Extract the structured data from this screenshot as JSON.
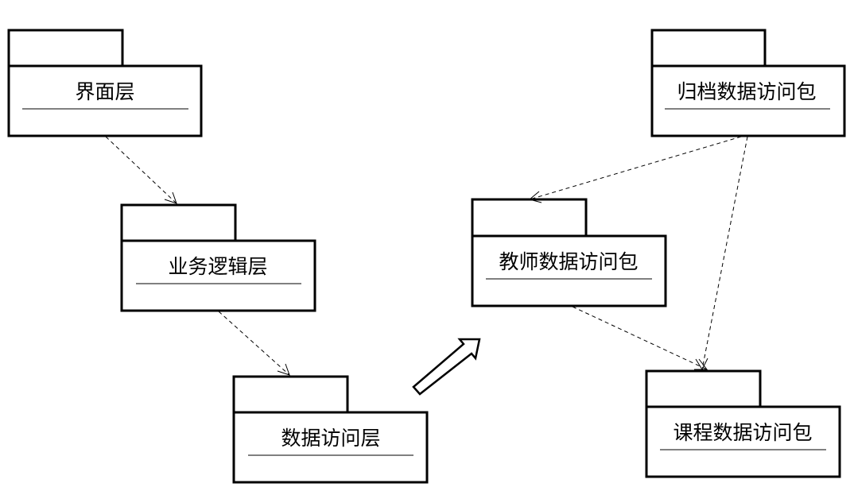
{
  "packages": {
    "ui_layer": {
      "label": "界面层"
    },
    "business_layer": {
      "label": "业务逻辑层"
    },
    "data_access_layer": {
      "label": "数据访问层"
    },
    "teacher_pkg": {
      "label": "教师数据访问包"
    },
    "archive_pkg": {
      "label": "归档数据访问包"
    },
    "course_pkg": {
      "label": "课程数据访问包"
    }
  }
}
